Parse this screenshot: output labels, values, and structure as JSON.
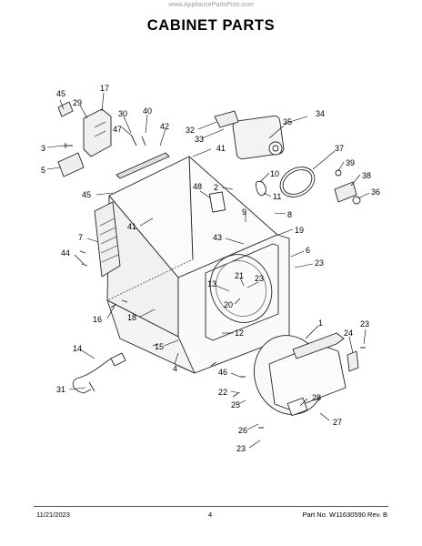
{
  "header": {
    "watermark": "www.AppliancePartsPros.com",
    "title": "CABINET PARTS"
  },
  "callouts": [
    "45",
    "17",
    "29",
    "30",
    "40",
    "42",
    "32",
    "34",
    "33",
    "35",
    "3",
    "47",
    "5",
    "41",
    "37",
    "39",
    "38",
    "10",
    "11",
    "45",
    "48",
    "2",
    "36",
    "9",
    "8",
    "41",
    "19",
    "43",
    "7",
    "6",
    "44",
    "23",
    "21",
    "23",
    "13",
    "20",
    "18",
    "16",
    "1",
    "15",
    "12",
    "23",
    "24",
    "14",
    "4",
    "46",
    "22",
    "28",
    "25",
    "31",
    "26",
    "27",
    "23"
  ],
  "footer": {
    "date": "11/21/2023",
    "page": "4",
    "part_no": "Part No. W11630590  Rev. B"
  }
}
